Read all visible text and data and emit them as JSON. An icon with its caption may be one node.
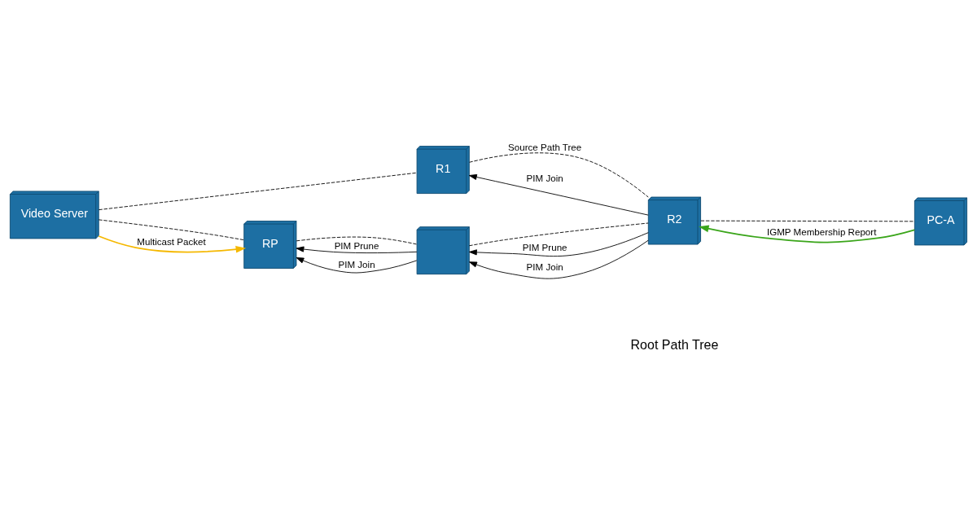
{
  "diagram": {
    "nodes": [
      {
        "text": [
          "R1"
        ]
      },
      {
        "text": [
          "RP"
        ]
      },
      {
        "text": [],
        "shape": "picture"
      },
      {
        "text": [
          "R2"
        ]
      },
      {
        "text": [
          "Video Server"
        ]
      },
      {
        "text": [
          "PC-A"
        ]
      }
    ],
    "edges": [
      {
        "from": 4,
        "to": 0,
        "arrow": "none",
        "style": "dashed"
      },
      {
        "from": 0,
        "to": 3,
        "arrow": "none",
        "style": "dashed",
        "label": "Source Path Tree"
      },
      {
        "from": 3,
        "to": 0,
        "arrow": "to",
        "label": "PIM Join"
      },
      {
        "from": 4,
        "to": 1,
        "arrow": "none",
        "style": "dashed"
      },
      {
        "from": 4,
        "to": 1,
        "arrow": "to",
        "label": "Multicast Packet",
        "color": "#f5b800"
      },
      {
        "from": 1,
        "to": 2,
        "arrow": "none",
        "style": "dashed"
      },
      {
        "from": 2,
        "to": 1,
        "arrow": "to",
        "label": "PIM Prune"
      },
      {
        "from": 2,
        "to": 1,
        "arrow": "to",
        "label": "PIM Join"
      },
      {
        "from": 2,
        "to": 3,
        "arrow": "none",
        "style": "dashed"
      },
      {
        "from": 3,
        "to": 2,
        "arrow": "to",
        "label": "PIM Prune"
      },
      {
        "from": 3,
        "to": 2,
        "arrow": "to",
        "label": "PIM Join"
      },
      {
        "from": 3,
        "to": 5,
        "arrow": "none",
        "style": "dashed"
      },
      {
        "from": 5,
        "to": 3,
        "arrow": "to",
        "label": "IGMP Membership Report",
        "color": "#3aa51a"
      }
    ],
    "labels": [
      "Root Path Tree"
    ]
  }
}
